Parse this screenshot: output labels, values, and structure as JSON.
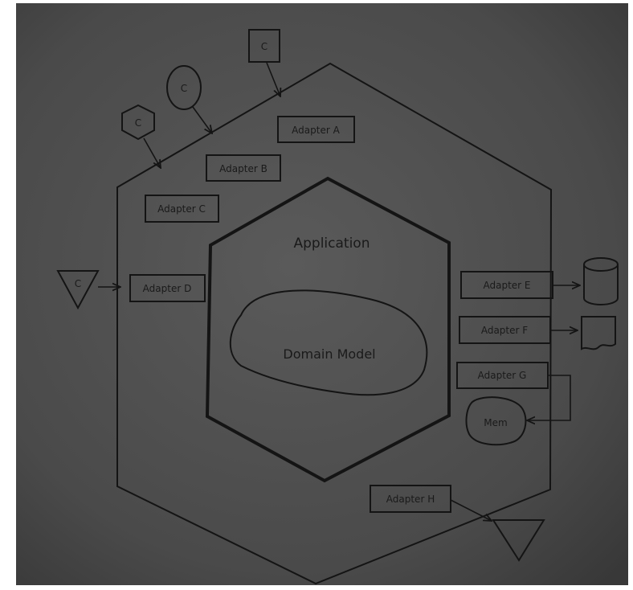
{
  "diagram": {
    "clients": [
      {
        "label": "C",
        "shape": "square"
      },
      {
        "label": "C",
        "shape": "ellipse"
      },
      {
        "label": "C",
        "shape": "hexagon"
      },
      {
        "label": "C",
        "shape": "triangle-down"
      }
    ],
    "adapters": [
      {
        "label": "Adapter A"
      },
      {
        "label": "Adapter B"
      },
      {
        "label": "Adapter C"
      },
      {
        "label": "Adapter D"
      },
      {
        "label": "Adapter E"
      },
      {
        "label": "Adapter F"
      },
      {
        "label": "Adapter G"
      },
      {
        "label": "Adapter H"
      }
    ],
    "application_label": "Application",
    "domain_model_label": "Domain Model",
    "mem_label": "Mem",
    "external_icons": [
      "database-icon",
      "document-icon",
      "memory-icon",
      "triangle-icon"
    ],
    "colors": {
      "paper": "#4a4a4a",
      "ink": "#141414",
      "label": "#1a1a1a"
    }
  }
}
